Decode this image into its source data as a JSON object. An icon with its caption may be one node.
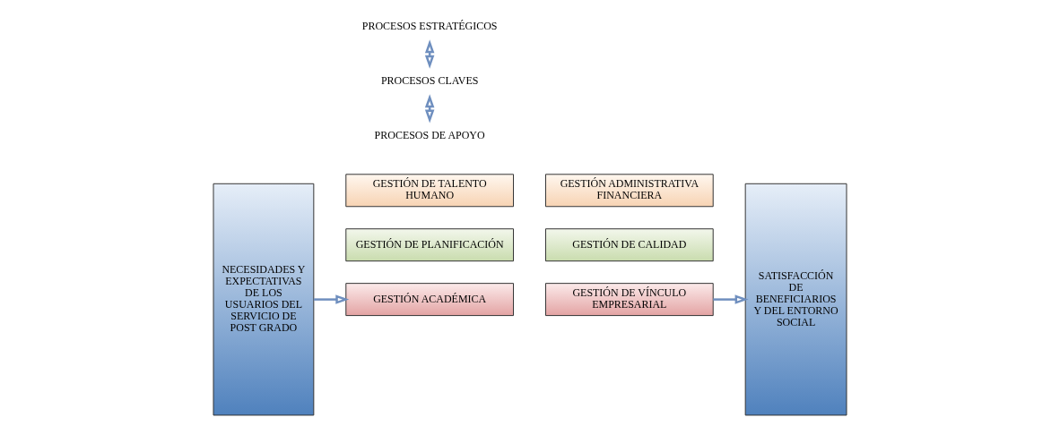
{
  "diagram": {
    "nodes": [
      {
        "text": [
          "NECESIDADES Y EXPECTATIVAS DE LOS USUARIOS DEL SERVICIO DE POST GRADO"
        ]
      },
      {
        "text": [
          "GESTIÓN DE PLANIFICACIÓN"
        ]
      },
      {
        "text": [
          "GESTIÓN DE CALIDAD"
        ]
      },
      {
        "text": [
          "GESTIÓN ACADÉMICA"
        ]
      },
      {
        "text": [
          "GESTIÓN DE VÍNCULO EMPRESARIAL"
        ]
      },
      {
        "text": [
          "GESTIÓN DE TALENTO HUMANO"
        ]
      },
      {
        "text": [
          "GESTIÓN ADMINISTRATIVA FINANCIERA"
        ]
      },
      {
        "text": [
          "SATISFACCIÓN DE BENEFICIARIOS Y DEL ENTORNO SOCIAL"
        ]
      },
      {
        "text": [
          "PROCESOS ESTRATÉGICOS"
        ]
      },
      {
        "text": [
          "PROCESOS CLAVES"
        ]
      },
      {
        "text": [
          "PROCESOS DE APOYO"
        ]
      }
    ],
    "edges": [
      {
        "from": 0,
        "to": 3,
        "arrow": "to"
      },
      {
        "from": 4,
        "to": 7,
        "arrow": "to"
      },
      {
        "from": 8,
        "to": 9,
        "arrow": "both"
      },
      {
        "from": 9,
        "to": 10,
        "arrow": "both"
      }
    ]
  }
}
